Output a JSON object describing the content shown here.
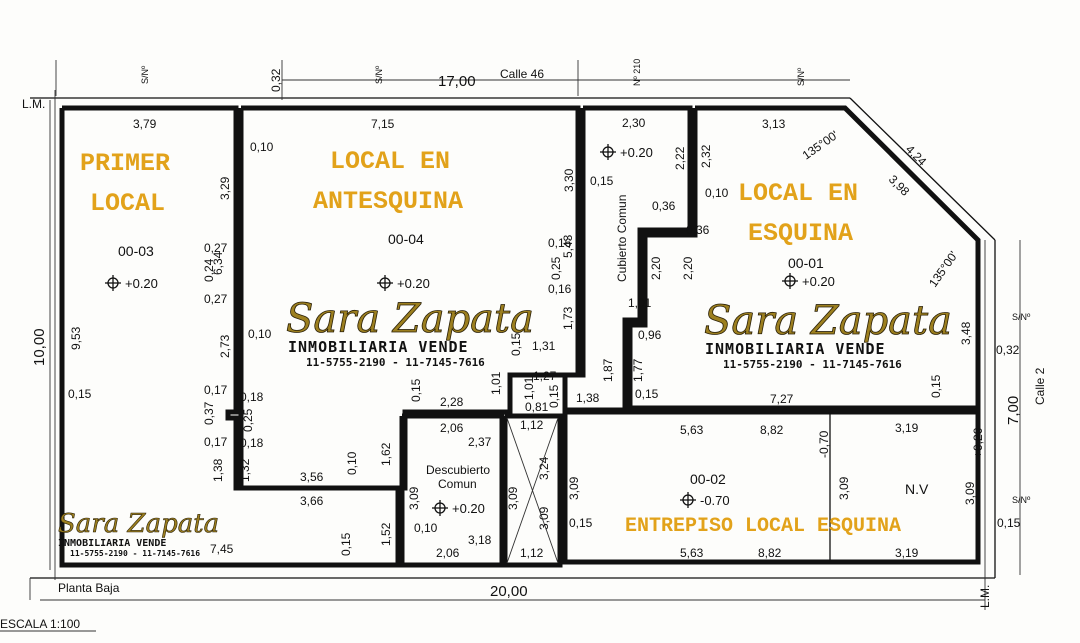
{
  "street_top": "Calle 46",
  "street_right": "Calle 2",
  "lm": "L.M.",
  "sn": "S/Nº",
  "n210": "Nº 210",
  "planta": "Planta Baja",
  "escala": "ESCALA 1:100",
  "dim_total_top": "17,00",
  "dim_total_bottom": "20,00",
  "dim_total_left": "10,00",
  "dim_total_right": "7,00",
  "dim_032": "0,32",
  "units": {
    "u03": "00-03",
    "u04": "00-04",
    "u01": "00-01",
    "u02": "00-02"
  },
  "titles": {
    "primer_1": "PRIMER",
    "primer_2": "LOCAL",
    "ante_1": "LOCAL EN",
    "ante_2": "ANTESQUINA",
    "esq_1": "LOCAL EN",
    "esq_2": "ESQUINA",
    "entrepiso": "ENTREPISO LOCAL ESQUINA"
  },
  "rooms": {
    "cubierto": "Cubierto Comun",
    "descubierto_1": "Descubierto",
    "descubierto_2": "Comun",
    "nv": "N.V"
  },
  "levels": {
    "p020": "+0.20",
    "m070": "-0.70",
    "m070b": "-0,70",
    "p020b": "+0,20"
  },
  "brand": {
    "name": "Sara Zapata",
    "vende": "INMOBILIARIA VENDE",
    "phones": "11-5755-2190 - 11-7145-7616"
  },
  "dims": {
    "d379": "3,79",
    "d953": "9,53",
    "d015": "0,15",
    "d715": "7,15",
    "d010": "0,10",
    "d329": "3,29",
    "d027": "0,27",
    "d024": "0,24",
    "d634": "6,34",
    "d273": "2,73",
    "d017": "0,17",
    "d037": "0,37",
    "d018": "0,18",
    "d025": "0,25",
    "d138": "1,38",
    "d132": "1,32",
    "d356": "3,56",
    "d366": "3,66",
    "d162": "1,62",
    "d152": "1,52",
    "d745": "7,45",
    "d330": "3,30",
    "d016": "0,16",
    "d173": "1,73",
    "d131": "1,31",
    "d101": "1,01",
    "d228": "2,28",
    "d230": "2,30",
    "d222": "2,22",
    "d036": "0,36",
    "d543": "5,43",
    "d220": "2,20",
    "d187": "1,87",
    "d127": "1,27",
    "d081": "0,81",
    "d112": "1,12",
    "d206": "2,06",
    "d237": "2,37",
    "d309": "3,09",
    "d318": "3,18",
    "d324": "3,24",
    "d313": "3,13",
    "d232": "2,32",
    "d424": "4,24",
    "d398": "3,98",
    "d135": "135°00'",
    "d096": "0,96",
    "d177": "1,77",
    "d727": "7,27",
    "d348": "3,48",
    "d563": "5,63",
    "d882": "8,82",
    "d319": "3,19"
  }
}
